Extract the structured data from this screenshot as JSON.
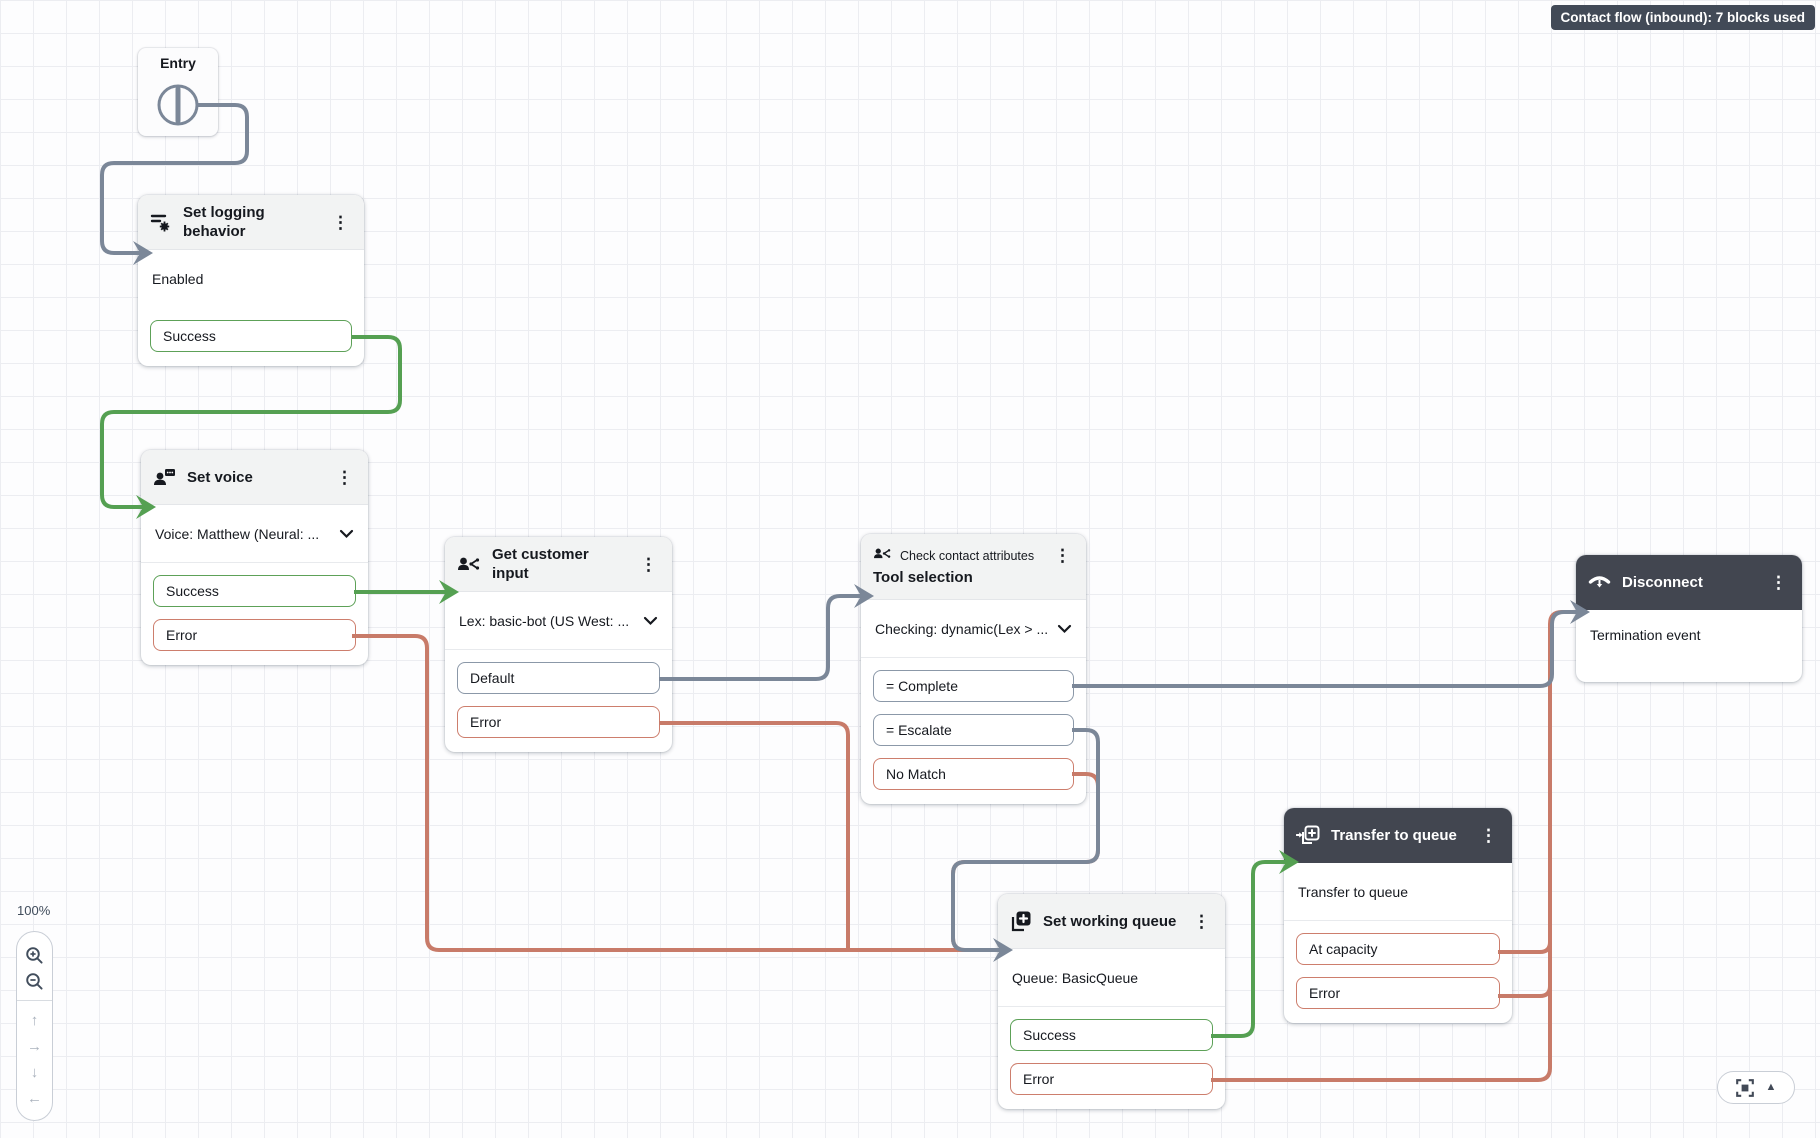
{
  "badge": "Contact flow (inbound): 7 blocks used",
  "zoom": {
    "level": "100%"
  },
  "blocks": {
    "entry": {
      "title": "Entry"
    },
    "set_logging": {
      "title": "Set logging behavior",
      "param": "Enabled",
      "outputs": {
        "success": "Success"
      }
    },
    "set_voice": {
      "title": "Set voice",
      "param": "Voice: Matthew (Neural: ...",
      "outputs": {
        "success": "Success",
        "error": "Error"
      }
    },
    "get_input": {
      "title": "Get customer input",
      "param": "Lex: basic-bot (US West: ...",
      "outputs": {
        "default": "Default",
        "error": "Error"
      }
    },
    "check_attr": {
      "category": "Check contact attributes",
      "title": "Tool selection",
      "param": "Checking: dynamic(Lex > ...",
      "outputs": {
        "complete": "= Complete",
        "escalate": "= Escalate",
        "no_match": "No Match"
      }
    },
    "set_queue": {
      "title": "Set working queue",
      "param": "Queue: BasicQueue",
      "outputs": {
        "success": "Success",
        "error": "Error"
      }
    },
    "transfer": {
      "title": "Transfer to queue",
      "param": "Transfer to queue",
      "outputs": {
        "at_capacity": "At capacity",
        "error": "Error"
      }
    },
    "disconnect": {
      "title": "Disconnect",
      "param": "Termination event"
    }
  },
  "icons": {
    "kebab": "⋮",
    "arrow_up": "↑",
    "arrow_right": "→",
    "arrow_down": "↓",
    "arrow_left": "←",
    "triangle_up": "▲"
  },
  "colors": {
    "success_wire": "#55a052",
    "error_wire": "#c87b69",
    "neutral_wire": "#7b8798",
    "dark_header": "#424650",
    "badge_bg": "#424a57"
  }
}
